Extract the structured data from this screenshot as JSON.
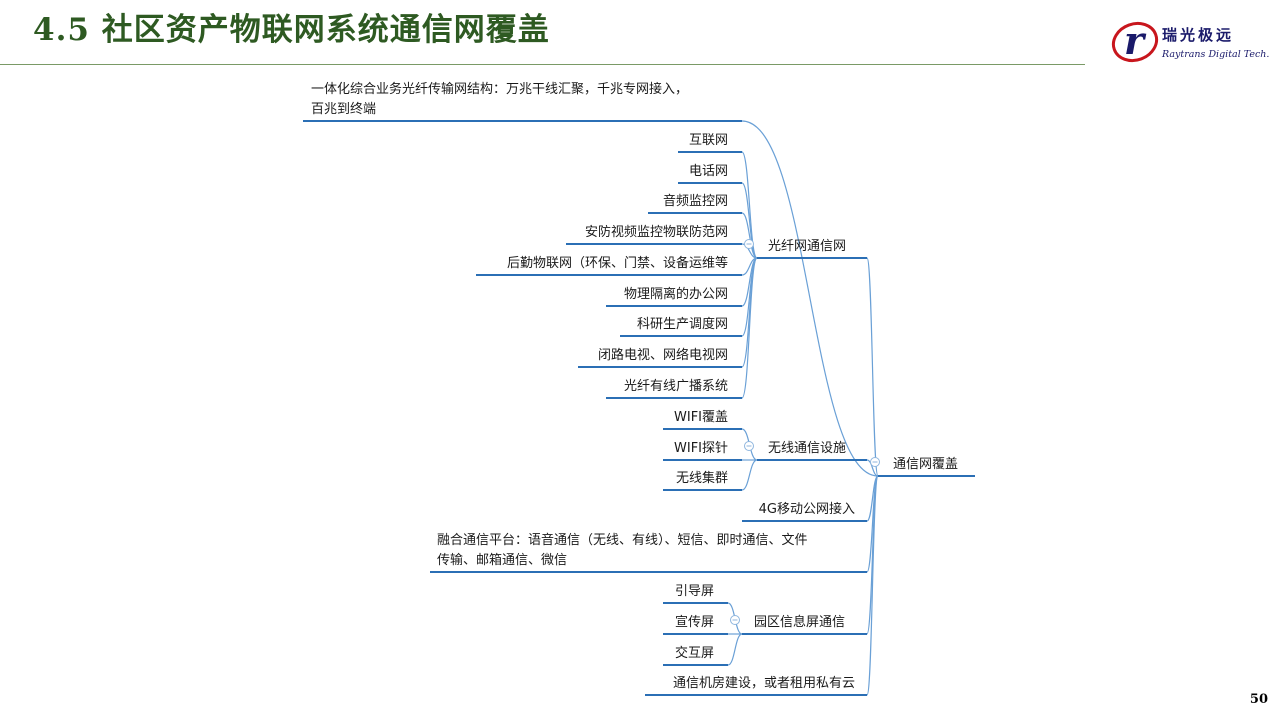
{
  "slide": {
    "title": "4.5   社区资产物联网系统通信网覆盖",
    "page_number": "50",
    "logo": {
      "name_cn": "瑞光极远",
      "name_en": "Raytrans Digital Tech.",
      "mark": "r",
      "accent": "#c8161d",
      "brand": "#1a1a6a"
    }
  },
  "mindmap": {
    "root": "通信网覆盖",
    "branches": [
      {
        "id": "n0",
        "text": [
          "一体化综合业务光纤传输网结构：万兆干线汇聚，千兆专网接入，",
          "百兆到终端"
        ]
      },
      {
        "id": "fiber",
        "text": [
          "光纤网通信网"
        ],
        "collapse_icon": "minus-circle-icon",
        "children": [
          {
            "id": "f1",
            "text": [
              "互联网"
            ]
          },
          {
            "id": "f2",
            "text": [
              "电话网"
            ]
          },
          {
            "id": "f3",
            "text": [
              "音频监控网"
            ]
          },
          {
            "id": "f4",
            "text": [
              "安防视频监控物联防范网"
            ]
          },
          {
            "id": "f5",
            "text": [
              "后勤物联网（环保、门禁、设备运维等"
            ]
          },
          {
            "id": "f6",
            "text": [
              "物理隔离的办公网"
            ]
          },
          {
            "id": "f7",
            "text": [
              "科研生产调度网"
            ]
          },
          {
            "id": "f8",
            "text": [
              "闭路电视、网络电视网"
            ]
          },
          {
            "id": "f9",
            "text": [
              "光纤有线广播系统"
            ]
          }
        ]
      },
      {
        "id": "wireless",
        "text": [
          "无线通信设施"
        ],
        "collapse_icon": "minus-circle-icon",
        "children": [
          {
            "id": "w1",
            "text": [
              "WIFI覆盖"
            ]
          },
          {
            "id": "w2",
            "text": [
              "WIFI探针"
            ]
          },
          {
            "id": "w3",
            "text": [
              "无线集群"
            ]
          }
        ]
      },
      {
        "id": "n4g",
        "text": [
          "4G移动公网接入"
        ]
      },
      {
        "id": "fuse",
        "text": [
          "融合通信平台：语音通信（无线、有线）、短信、即时通信、文件",
          "传输、邮箱通信、微信"
        ]
      },
      {
        "id": "screen",
        "text": [
          "园区信息屏通信"
        ],
        "collapse_icon": "minus-circle-icon",
        "children": [
          {
            "id": "s1",
            "text": [
              "引导屏"
            ]
          },
          {
            "id": "s2",
            "text": [
              "宣传屏"
            ]
          },
          {
            "id": "s3",
            "text": [
              "交互屏"
            ]
          }
        ]
      },
      {
        "id": "room",
        "text": [
          "通信机房建设，或者租用私有云"
        ]
      }
    ],
    "colors": {
      "underline": "#2b6fb5",
      "connector": "#6aa0d6"
    }
  }
}
